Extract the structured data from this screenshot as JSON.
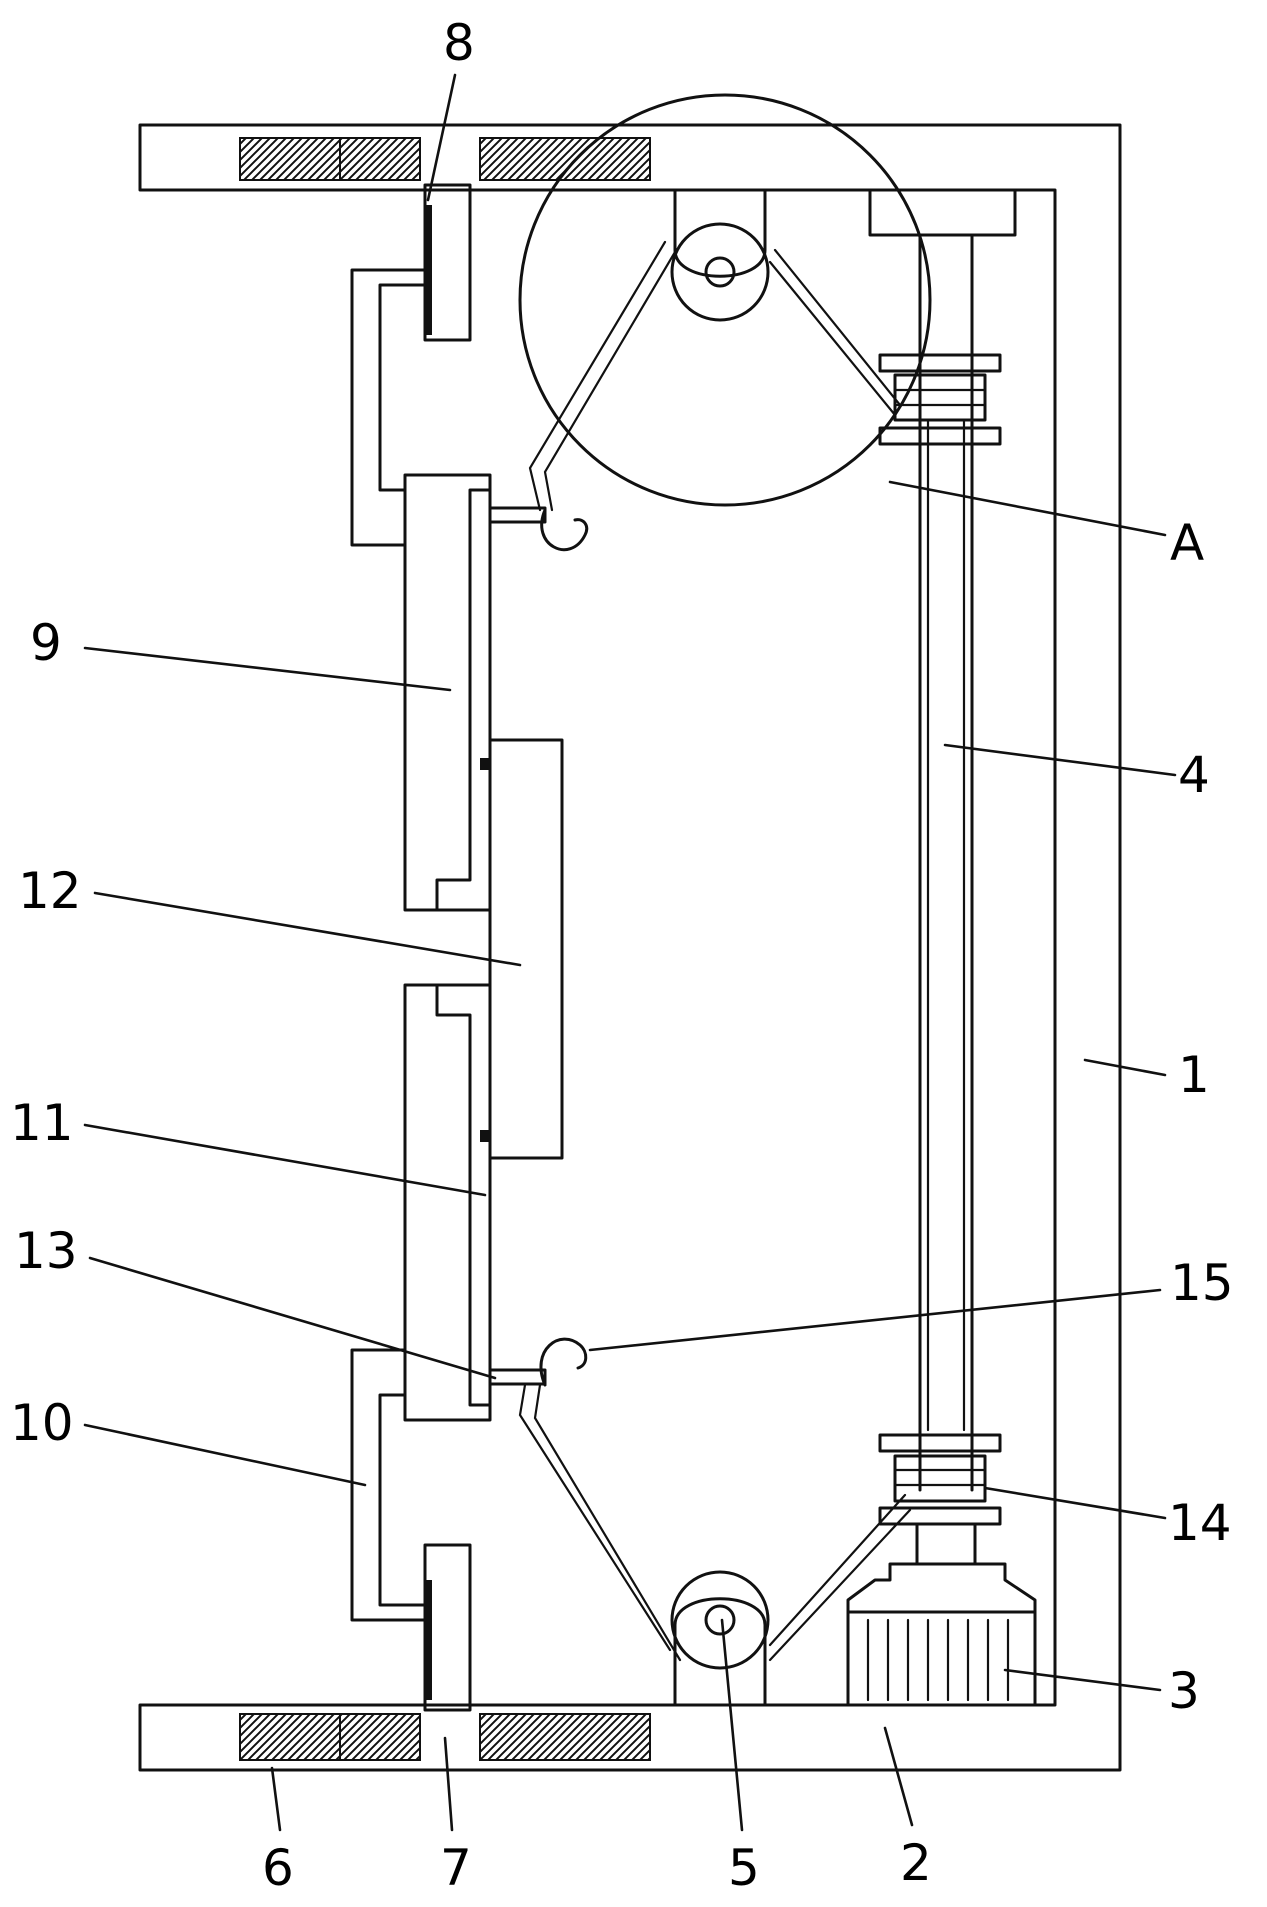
{
  "figure": {
    "callouts": [
      {
        "id": "c8",
        "text": "8"
      },
      {
        "id": "cA",
        "text": "A"
      },
      {
        "id": "c9",
        "text": "9"
      },
      {
        "id": "c4",
        "text": "4"
      },
      {
        "id": "c12",
        "text": "12"
      },
      {
        "id": "c1",
        "text": "1"
      },
      {
        "id": "c11",
        "text": "11"
      },
      {
        "id": "c15",
        "text": "15"
      },
      {
        "id": "c13",
        "text": "13"
      },
      {
        "id": "c10",
        "text": "10"
      },
      {
        "id": "c14",
        "text": "14"
      },
      {
        "id": "c3",
        "text": "3"
      },
      {
        "id": "c6",
        "text": "6"
      },
      {
        "id": "c7",
        "text": "7"
      },
      {
        "id": "c5",
        "text": "5"
      },
      {
        "id": "c2",
        "text": "2"
      }
    ]
  }
}
